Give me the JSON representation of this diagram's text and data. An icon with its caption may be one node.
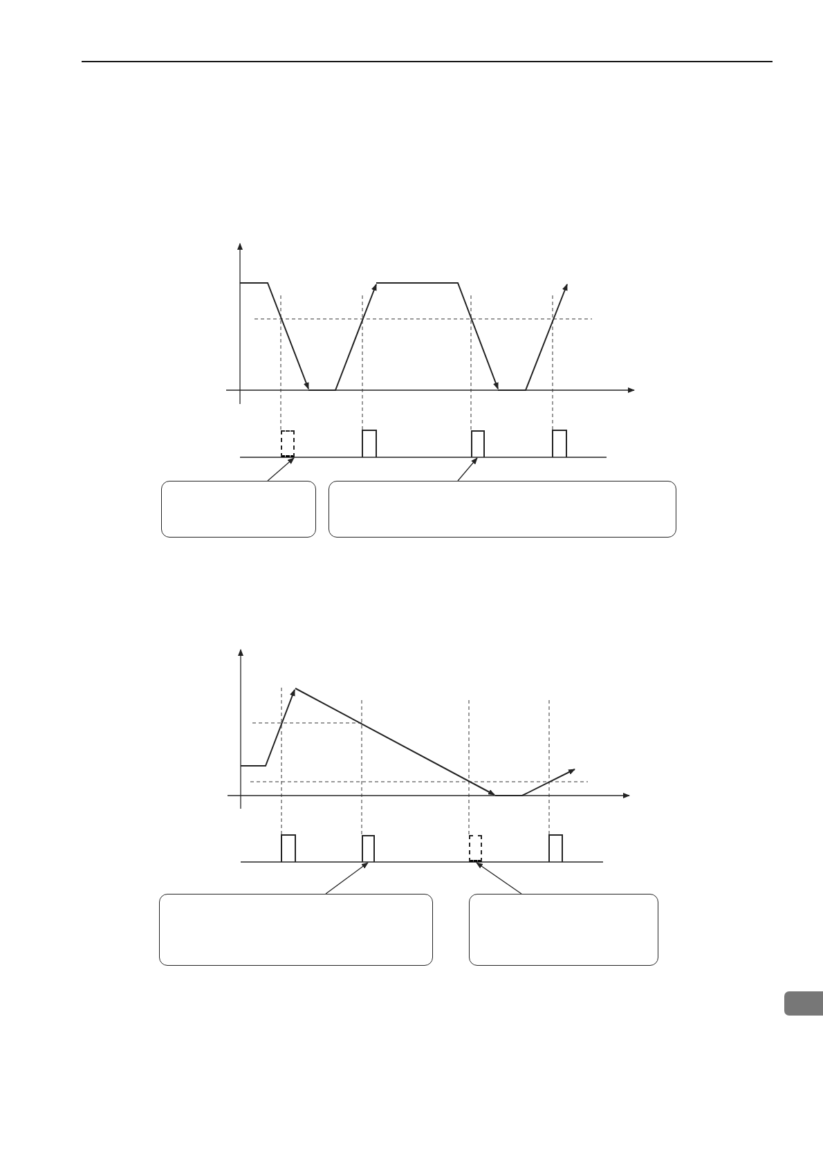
{
  "diagram": {
    "nodes": [
      {
        "text": [],
        "shape": "bar"
      },
      {
        "text": [],
        "shape": "bar"
      },
      {
        "text": [],
        "shape": "box"
      },
      {
        "text": [],
        "shape": "box"
      },
      {
        "text": [],
        "shape": "bar"
      },
      {
        "text": [],
        "shape": "bar"
      },
      {
        "text": [],
        "shape": "box"
      },
      {
        "text": [],
        "shape": "box"
      }
    ],
    "edges": [
      {
        "from": 2,
        "to": 0,
        "arrow": "to"
      },
      {
        "from": 3,
        "to": 1,
        "arrow": "to"
      },
      {
        "from": 6,
        "to": 4,
        "arrow": "to"
      },
      {
        "from": 7,
        "to": 5,
        "arrow": "to"
      }
    ]
  }
}
